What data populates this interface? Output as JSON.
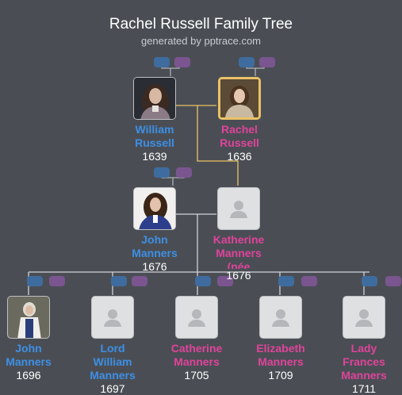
{
  "header": {
    "title": "Rachel Russell Family Tree",
    "subtitle": "generated by pptrace.com"
  },
  "people": {
    "william_russell": {
      "name1": "William",
      "name2": "Russell",
      "year": "1639",
      "gender": "male"
    },
    "rachel_russell": {
      "name1": "Rachel",
      "name2": "Russell",
      "year": "1636",
      "gender": "female"
    },
    "john_manners_1676": {
      "name1": "John",
      "name2": "Manners",
      "year": "1676",
      "gender": "male"
    },
    "katherine_manners": {
      "name1": "Katherine",
      "name2": "Manners",
      "name3": "(née",
      "year": "1676",
      "gender": "female"
    },
    "john_manners_1696": {
      "name1": "John",
      "name2": "Manners",
      "year": "1696",
      "gender": "male"
    },
    "lord_william_manners": {
      "name1": "Lord",
      "name2": "William",
      "name3": "Manners",
      "year": "1697",
      "gender": "male"
    },
    "catherine_manners": {
      "name1": "Catherine",
      "name2": "Manners",
      "year": "1705",
      "gender": "female"
    },
    "elizabeth_manners": {
      "name1": "Elizabeth",
      "name2": "Manners",
      "year": "1709",
      "gender": "female"
    },
    "lady_frances_manners": {
      "name1": "Lady",
      "name2": "Frances",
      "name3": "Manners",
      "year": "1711",
      "gender": "female"
    }
  },
  "colors": {
    "background": "#4a4e54",
    "male": "#3d8fe6",
    "female": "#e0439b",
    "highlight": "#e9c268",
    "line": "#d0d3d6",
    "parent_pill_male": "#3f6c9e",
    "parent_pill_female": "#7a5590"
  }
}
